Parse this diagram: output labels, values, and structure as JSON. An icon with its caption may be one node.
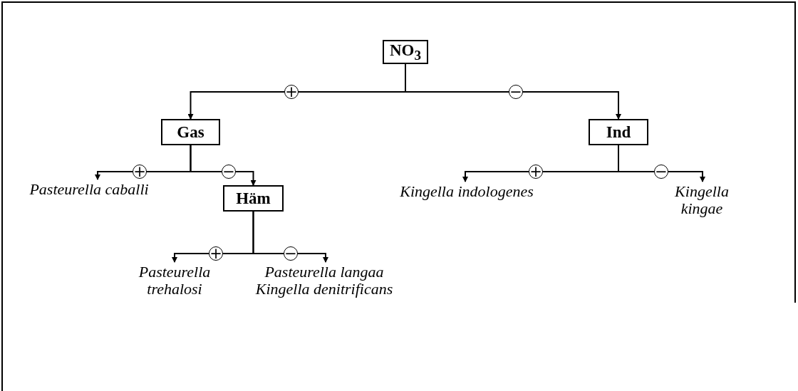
{
  "diagram": {
    "nodes": [
      {
        "text": [
          "NO$_{3}$"
        ]
      },
      {
        "text": [
          "Gas"
        ]
      },
      {
        "text": [
          "Ind"
        ]
      },
      {
        "text": [
          "Pasteurella caballi"
        ]
      },
      {
        "text": [
          "Häm"
        ]
      },
      {
        "text": [
          "Pasteurella trehalosi"
        ]
      },
      {
        "text": [
          "Pasteurella langaa",
          "Kingella denitrificans"
        ]
      },
      {
        "text": [
          "Kingella indologenes"
        ]
      },
      {
        "text": [
          "Kingella kingae"
        ]
      }
    ],
    "edges": [
      {
        "from": 0,
        "to": 1,
        "arrow": "to",
        "label": "+"
      },
      {
        "from": 0,
        "to": 2,
        "arrow": "to",
        "label": "−"
      },
      {
        "from": 1,
        "to": 3,
        "arrow": "to",
        "label": "+"
      },
      {
        "from": 1,
        "to": 4,
        "arrow": "to",
        "label": "−"
      },
      {
        "from": 4,
        "to": 5,
        "arrow": "to",
        "label": "+"
      },
      {
        "from": 4,
        "to": 6,
        "arrow": "to",
        "label": "−"
      },
      {
        "from": 2,
        "to": 7,
        "arrow": "to",
        "label": "+"
      },
      {
        "from": 2,
        "to": 8,
        "arrow": "to",
        "label": "−"
      }
    ]
  }
}
